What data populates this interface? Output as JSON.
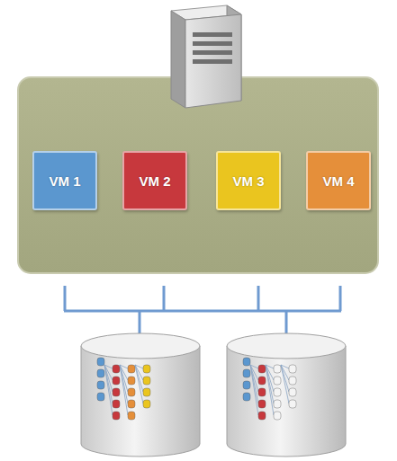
{
  "diagram": {
    "nodes": [
      {
        "text": [
          "VM 1"
        ]
      },
      {
        "text": [
          "VM 2"
        ]
      },
      {
        "text": [
          "VM 3"
        ]
      },
      {
        "text": [
          "VM 4"
        ]
      }
    ]
  }
}
